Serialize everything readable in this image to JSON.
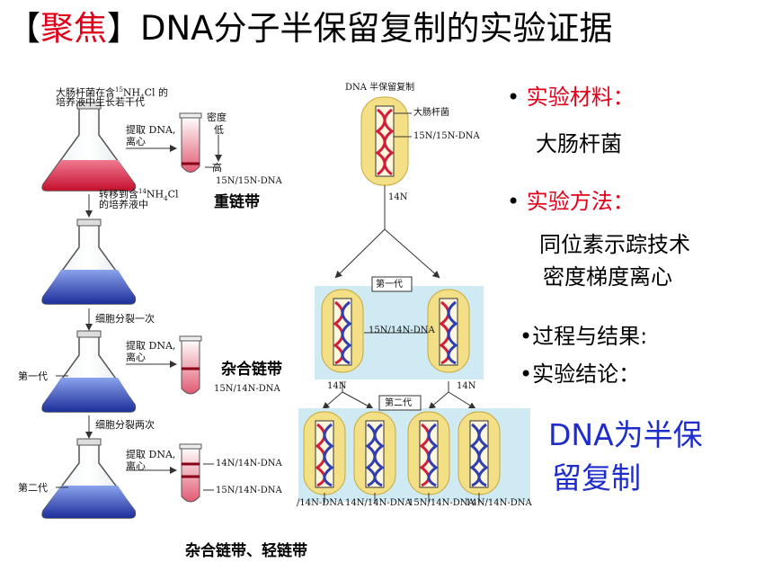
{
  "title": {
    "left_bracket": "【",
    "focus": "聚焦",
    "right_bracket": "】",
    "rest": "DNA分子半保留复制的实验证据"
  },
  "left_diagram": {
    "caption_top_1": "大肠杆菌在含",
    "caption_top_1_iso": "15",
    "caption_top_1_b": "NH",
    "caption_top_1_sub": "4",
    "caption_top_1_c": "Cl 的",
    "caption_top_2": "培养液中生长若干代",
    "extract_1": "提取 DNA,",
    "centrifuge": "离心",
    "density": "密度",
    "low": "低",
    "high": "高",
    "band_1": "15N/15N-DNA",
    "heavy_band": "重链带",
    "transfer_1": "转移到含",
    "transfer_iso": "14",
    "transfer_b": "NH",
    "transfer_sub": "4",
    "transfer_c": "Cl",
    "transfer_2": "的培养液中",
    "divide_once": "细胞分裂一次",
    "gen1": "第一代",
    "hybrid_band": "杂合链带",
    "band_2": "15N/14N-DNA",
    "divide_twice": "细胞分裂两次",
    "gen2": "第二代",
    "band_3a": "14N/14N-DNA",
    "band_3b": "15N/14N-DNA",
    "bottom_caption": "杂合链带、轻链带"
  },
  "right_diagram": {
    "title": "DNA 半保留复制",
    "label_ecoli": "大肠杆菌",
    "label_parent": "15N/15N-DNA",
    "n14_a": "14N",
    "gen1_box": "第一代",
    "gen1_dna": "15N/14N-DNA",
    "n14_b": "14N",
    "n14_c": "14N",
    "gen2_box": "第二代",
    "bottom_labels": [
      "/14N-DNA",
      "14N/14N-DNA",
      "15N/14N-DNA",
      "14N/14N-DNA"
    ]
  },
  "bullets": {
    "b1_label": "实验材料：",
    "b1_value": "大肠杆菌",
    "b2_label": "实验方法：",
    "b2_value1": "同位素示踪技术",
    "b2_value2": "密度梯度离心",
    "b3": "•过程与结果:",
    "b4": "•实验结论：",
    "conclusion1": "DNA为半保",
    "conclusion2": "留复制"
  },
  "colors": {
    "title_accent": "#e0001a",
    "conclusion": "#1e2ccc",
    "heavy_dna": "#d21f3c",
    "light_dna": "#2f3fb0",
    "capsule": "#f3df86",
    "panel_bg": "#cfeaf2"
  }
}
